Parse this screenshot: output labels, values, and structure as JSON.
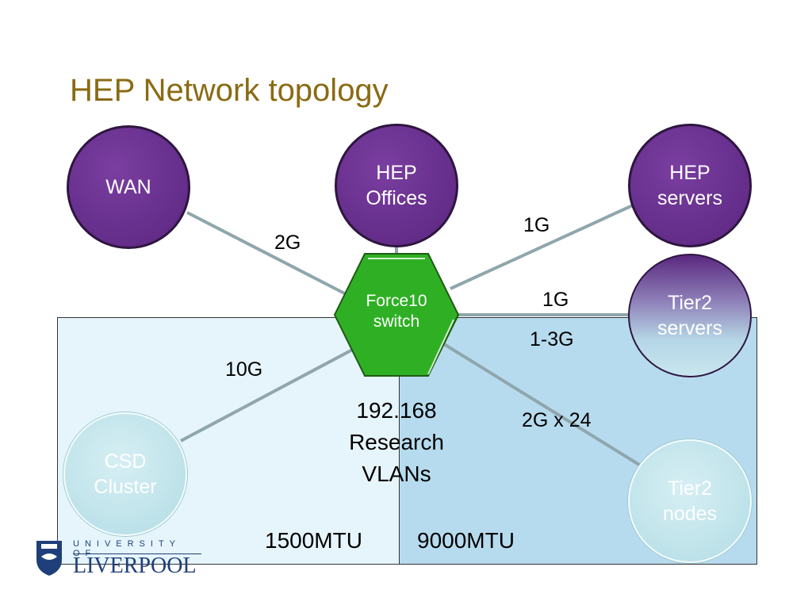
{
  "slide": {
    "title": "HEP Network topology"
  },
  "nodes": {
    "wan": "WAN",
    "hep_offices": [
      "HEP",
      "Offices"
    ],
    "hep_servers": [
      "HEP",
      "servers"
    ],
    "tier2_servers": [
      "Tier2",
      "servers"
    ],
    "csd_cluster": [
      "CSD",
      "Cluster"
    ],
    "tier2_nodes": [
      "Tier2",
      "nodes"
    ],
    "switch": [
      "Force10",
      "switch"
    ]
  },
  "links": {
    "wan": "2G",
    "hep_servers": "1G",
    "tier2_servers_top": "1G",
    "tier2_servers_bottom": "1-3G",
    "csd_cluster": "10G",
    "tier2_nodes": "2G x 24"
  },
  "zones": {
    "vlan": [
      "192.168",
      "Research",
      "VLANs"
    ],
    "left_mtu": "1500MTU",
    "right_mtu": "9000MTU"
  },
  "logo": {
    "top": "UNIVERSITY OF",
    "main": "LIVERPOOL"
  },
  "colors": {
    "title": "#8a6b14",
    "purple_node": "#5a2680",
    "switch_green": "#2fb024",
    "left_zone": "#e6f5fb",
    "right_zone": "#b7dbee"
  }
}
